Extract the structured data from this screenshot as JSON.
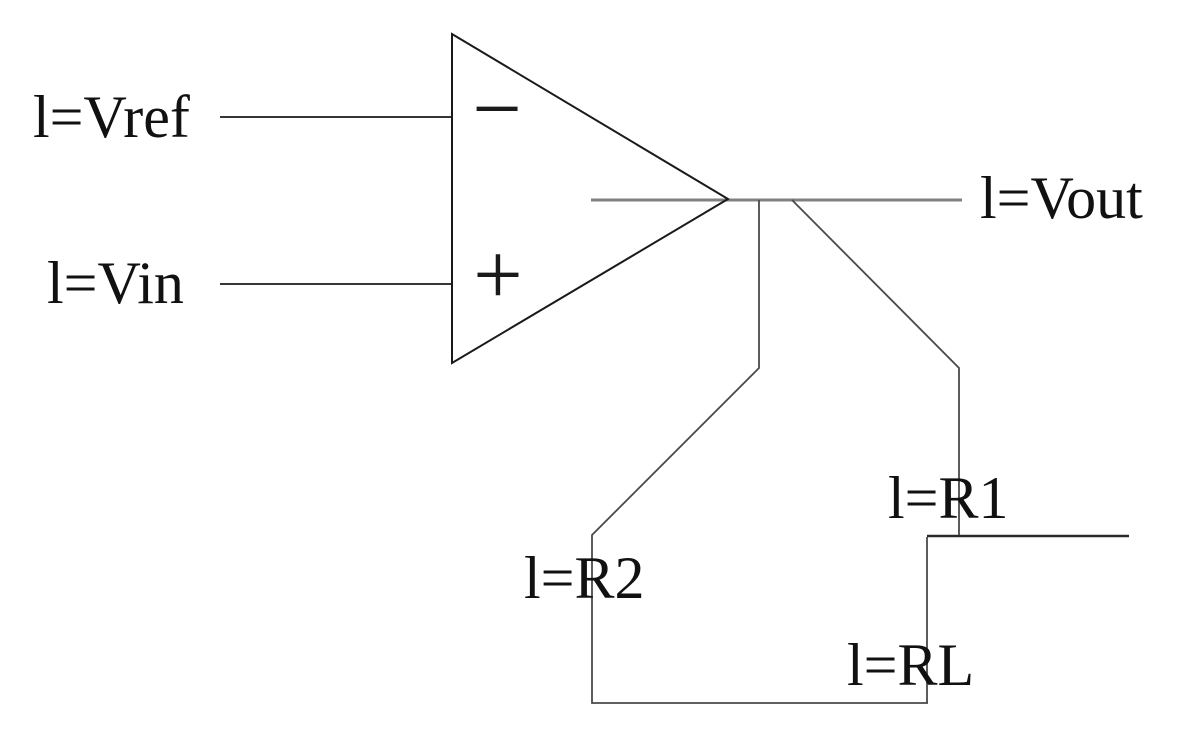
{
  "diagram": {
    "kind": "op-amp circuit schematic",
    "opamp": {
      "minus_label": "−",
      "plus_label": "+"
    },
    "labels": {
      "vref": "l=Vref",
      "vin": "l=Vin",
      "vout": "l=Vout",
      "r1": "l=R1",
      "r2": "l=R2",
      "rl": "l=RL"
    },
    "colors": {
      "background": "#ffffff",
      "component_stroke": "#1a1a1a",
      "output_wire": "#808080",
      "feedback_wire": "#4a4a4a",
      "text": "#111111"
    }
  }
}
